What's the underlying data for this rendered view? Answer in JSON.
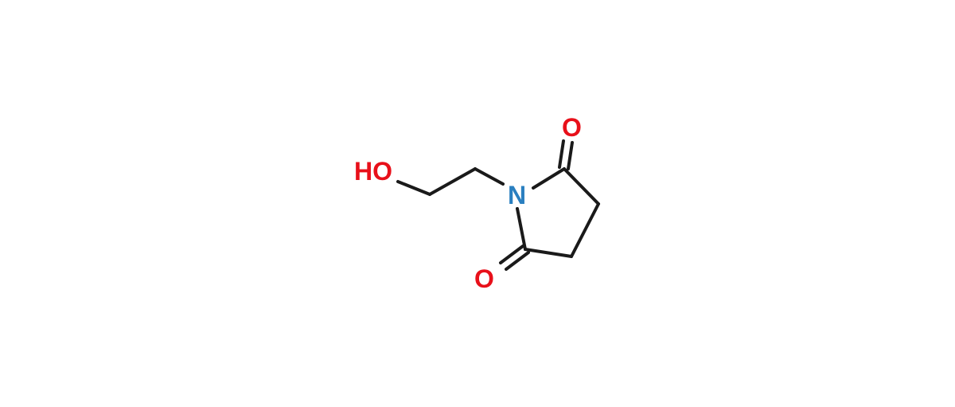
{
  "molecule": {
    "atoms": {
      "hydroxyl": {
        "label": "HO",
        "color": "#e8101a"
      },
      "nitrogen": {
        "label": "N",
        "color": "#2a7fc0"
      },
      "oxygen_top": {
        "label": "O",
        "color": "#e8101a"
      },
      "oxygen_bottom": {
        "label": "O",
        "color": "#e8101a"
      }
    },
    "bond_color": "#1a1a1a"
  }
}
